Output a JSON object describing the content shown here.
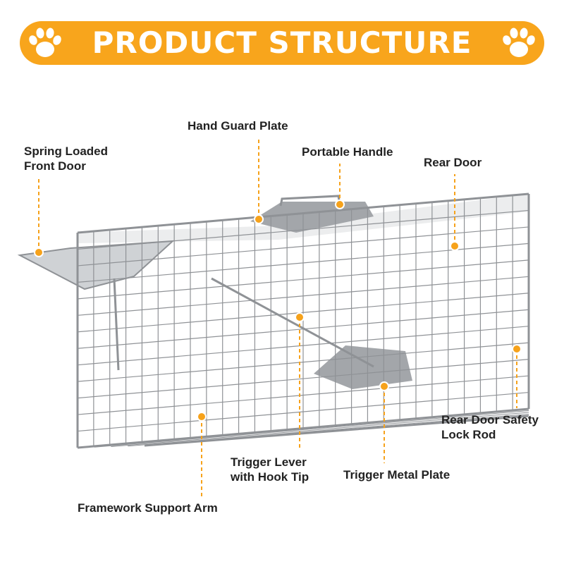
{
  "title": "PRODUCT STRUCTURE",
  "colors": {
    "accent": "#f8a51c",
    "leader": "#f6a21b",
    "wire": "#8f9296",
    "plate": "#a3a6aa",
    "text": "#222222"
  },
  "icons": {
    "left": "paw-print-icon",
    "right": "paw-print-icon"
  },
  "callouts": [
    {
      "id": "front-door",
      "lines": [
        "Spring Loaded",
        "Front Door"
      ]
    },
    {
      "id": "hand-guard",
      "lines": [
        "Hand Guard Plate"
      ]
    },
    {
      "id": "handle",
      "lines": [
        "Portable Handle"
      ]
    },
    {
      "id": "rear-door",
      "lines": [
        "Rear Door"
      ]
    },
    {
      "id": "trigger-lever",
      "lines": [
        "Trigger Lever",
        "with Hook Tip"
      ]
    },
    {
      "id": "trigger-plate",
      "lines": [
        "Trigger Metal Plate"
      ]
    },
    {
      "id": "safety-rod",
      "lines": [
        "Rear Door Safety",
        "Lock Rod"
      ]
    },
    {
      "id": "support-arm",
      "lines": [
        "Framework Support Arm"
      ]
    }
  ]
}
